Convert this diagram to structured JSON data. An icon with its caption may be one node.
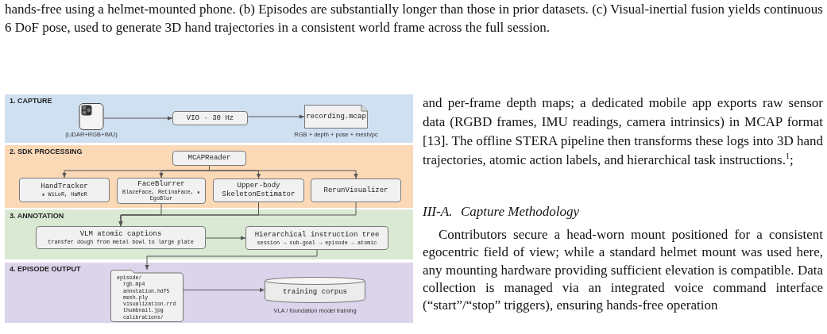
{
  "diagram": {
    "nodes": [
      {
        "text": [
          "1. CAPTURE"
        ]
      },
      {
        "text": [],
        "shape": "picture",
        "in": 0,
        "beside": [
          "(LiDAR+RGB+IMU)"
        ]
      },
      {
        "text": [
          "VIO · 30 Hz"
        ],
        "in": 0
      },
      {
        "text": [
          "recording.mcap"
        ],
        "in": 0,
        "beside": [
          "RGB + depth + pose + mesh/pc"
        ]
      },
      {
        "text": [
          "2. SDK PROCESSING"
        ]
      },
      {
        "text": [
          "MCAPReader"
        ],
        "in": 4
      },
      {
        "text": [
          "HandTracker",
          "★ WiLoR, HaMeR"
        ],
        "in": 4
      },
      {
        "text": [
          "FaceBlurrer",
          "BlazeFace, RetinaFace, ★ EgoBlur"
        ],
        "in": 4
      },
      {
        "text": [
          "Upper-body SkeletonEstimator"
        ],
        "in": 4
      },
      {
        "text": [
          "RerunVisualizer"
        ],
        "in": 4
      },
      {
        "text": [
          "3. ANNOTATION"
        ]
      },
      {
        "text": [
          "VLM atomic captions",
          "transfer dough from metal bowl to large plate"
        ],
        "in": 10
      },
      {
        "text": [
          "Hierarchical instruction tree",
          "session → sub-goal → episode → atomic"
        ],
        "in": 10
      },
      {
        "text": [
          "4. EPISODE OUTPUT"
        ]
      },
      {
        "text": [
          "episode/",
          "rgb.mp4",
          "annotation.hdf5",
          "mesh.ply",
          "visualization.rrd",
          "thumbnail.jpg",
          "calibrations/"
        ],
        "in": 13
      },
      {
        "text": [
          "training corpus"
        ],
        "in": 13,
        "beside": [
          "VLA / foundation model training"
        ]
      }
    ],
    "edges": [
      {
        "from": 1,
        "to": 2,
        "arrow": "to"
      },
      {
        "from": 2,
        "to": 3,
        "arrow": "to"
      },
      {
        "from": 5,
        "to": 6,
        "arrow": "to"
      },
      {
        "from": 5,
        "to": 7,
        "arrow": "to"
      },
      {
        "from": 5,
        "to": 8,
        "arrow": "to"
      },
      {
        "from": 5,
        "to": 9,
        "arrow": "to"
      },
      {
        "from": 7,
        "to": 11,
        "arrow": "to"
      },
      {
        "from": 8,
        "to": 11,
        "arrow": "to"
      },
      {
        "from": 9,
        "to": 11,
        "arrow": "to"
      },
      {
        "from": 11,
        "to": 12,
        "arrow": "to"
      },
      {
        "from": 12,
        "to": 14,
        "arrow": "to"
      },
      {
        "from": 14,
        "to": 15,
        "arrow": "to"
      }
    ],
    "labels": [
      "hands-free using a helmet-mounted phone. (b) Episodes are substantially longer than those in prior datasets. (c) Visual-inertial fusion yields continuous 6 DoF pose, used to generate 3D hand trajectories in a consistent world frame across the full session.",
      "and per-frame depth maps; a dedicated mobile app exports raw sensor data (RGBD frames, IMU readings, camera intrinsics) in MCAP format [13]. The offline STERA pipeline then transforms these logs into 3D hand trajectories, atomic action labels, and hierarchical task instructions.$^{1}$;",
      "III-A.",
      "Capture Methodology",
      "Contributors secure a head-worn mount positioned for a consistent egocentric field of view; while a standard helmet mount was used here, any mounting hardware providing sufficient elevation is compatible. Data collection is managed via an integrated voice command interface (“start”/“stop” triggers), ensuring hands-free operation"
    ]
  }
}
